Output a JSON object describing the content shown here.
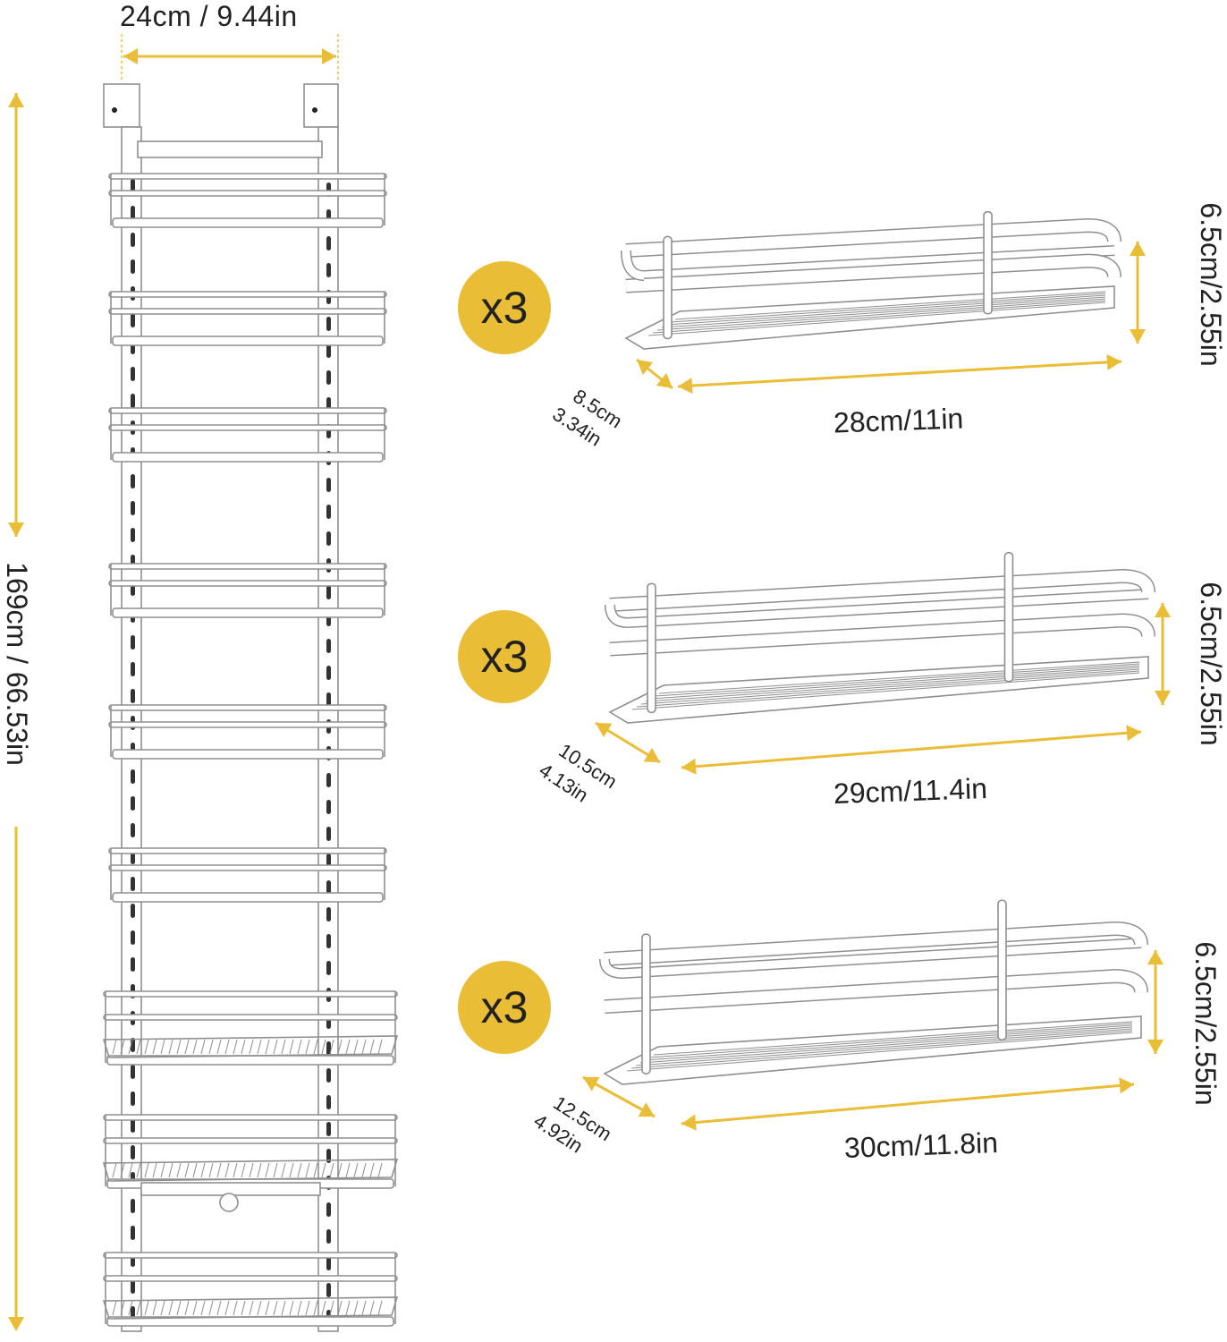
{
  "colors": {
    "accent": "#e9bd36",
    "wire": "#ffffff",
    "outline": "#8f8f8f",
    "text": "#222222"
  },
  "rack": {
    "width_label": "24cm / 9.44in",
    "height_label": "169cm / 66.53in"
  },
  "baskets": [
    {
      "quantity": "x3",
      "height": "6.5cm/2.55in",
      "depth": "8.5cm",
      "depth_in": "3.34in",
      "length": "28cm/11in"
    },
    {
      "quantity": "x3",
      "height": "6.5cm/2.55in",
      "depth": "10.5cm",
      "depth_in": "4.13in",
      "length": "29cm/11.4in"
    },
    {
      "quantity": "x3",
      "height": "6.5cm/2.55in",
      "depth": "12.5cm",
      "depth_in": "4.92in",
      "length": "30cm/11.8in"
    }
  ]
}
